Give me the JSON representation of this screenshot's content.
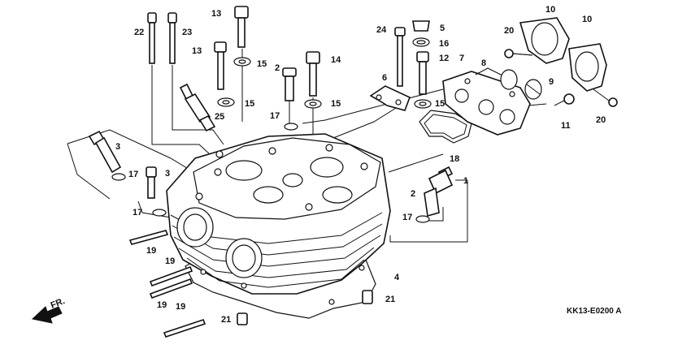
{
  "diagram": {
    "code": "KK13-E0200 A",
    "direction_label": "FR.",
    "callouts": [
      {
        "id": "c1",
        "label": "1"
      },
      {
        "id": "c2a",
        "label": "2"
      },
      {
        "id": "c2b",
        "label": "2"
      },
      {
        "id": "c3a",
        "label": "3"
      },
      {
        "id": "c3b",
        "label": "3"
      },
      {
        "id": "c4",
        "label": "4"
      },
      {
        "id": "c5",
        "label": "5"
      },
      {
        "id": "c6",
        "label": "6"
      },
      {
        "id": "c7",
        "label": "7"
      },
      {
        "id": "c8",
        "label": "8"
      },
      {
        "id": "c9",
        "label": "9"
      },
      {
        "id": "c10a",
        "label": "10"
      },
      {
        "id": "c10b",
        "label": "10"
      },
      {
        "id": "c11",
        "label": "11"
      },
      {
        "id": "c12",
        "label": "12"
      },
      {
        "id": "c13a",
        "label": "13"
      },
      {
        "id": "c13b",
        "label": "13"
      },
      {
        "id": "c14",
        "label": "14"
      },
      {
        "id": "c15a",
        "label": "15"
      },
      {
        "id": "c15b",
        "label": "15"
      },
      {
        "id": "c15c",
        "label": "15"
      },
      {
        "id": "c15d",
        "label": "15"
      },
      {
        "id": "c16",
        "label": "16"
      },
      {
        "id": "c17a",
        "label": "17"
      },
      {
        "id": "c17b",
        "label": "17"
      },
      {
        "id": "c17c",
        "label": "17"
      },
      {
        "id": "c17d",
        "label": "17"
      },
      {
        "id": "c18",
        "label": "18"
      },
      {
        "id": "c19a",
        "label": "19"
      },
      {
        "id": "c19b",
        "label": "19"
      },
      {
        "id": "c19c",
        "label": "19"
      },
      {
        "id": "c19d",
        "label": "19"
      },
      {
        "id": "c20a",
        "label": "20"
      },
      {
        "id": "c20b",
        "label": "20"
      },
      {
        "id": "c21a",
        "label": "21"
      },
      {
        "id": "c21b",
        "label": "21"
      },
      {
        "id": "c22",
        "label": "22"
      },
      {
        "id": "c23",
        "label": "23"
      },
      {
        "id": "c24",
        "label": "24"
      },
      {
        "id": "c25",
        "label": "25"
      }
    ]
  }
}
